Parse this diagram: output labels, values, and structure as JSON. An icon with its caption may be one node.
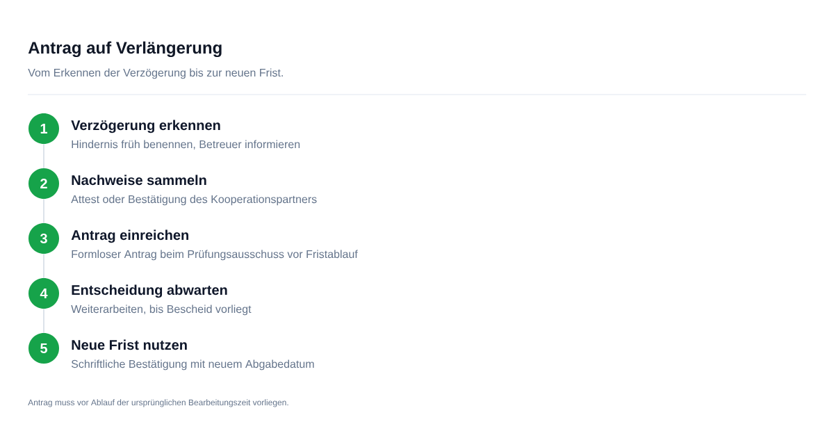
{
  "diagram": {
    "title": "Antrag auf Verlängerung",
    "nodes": [
      {
        "text": [
          "1"
        ],
        "beside": [
          "Verzögerung erkennen",
          "Hindernis früh benennen, Betreuer informieren"
        ]
      },
      {
        "text": [
          "2"
        ],
        "beside": [
          "Nachweise sammeln",
          "Attest oder Bestätigung des Kooperationspartners"
        ]
      },
      {
        "text": [
          "3"
        ],
        "beside": [
          "Antrag einreichen",
          "Formloser Antrag beim Prüfungsausschuss vor Fristablauf"
        ]
      },
      {
        "text": [
          "4"
        ],
        "beside": [
          "Entscheidung abwarten",
          "Weiterarbeiten, bis Bescheid vorliegt"
        ]
      },
      {
        "text": [
          "5"
        ],
        "beside": [
          "Neue Frist nutzen",
          "Schriftliche Bestätigung mit neuem Abgabedatum"
        ]
      }
    ],
    "edges": [
      {
        "from": 0,
        "to": 1,
        "arrow": "none"
      },
      {
        "from": 1,
        "to": 2,
        "arrow": "none"
      },
      {
        "from": 2,
        "to": 3,
        "arrow": "none"
      },
      {
        "from": 3,
        "to": 4,
        "arrow": "none"
      }
    ],
    "labels": [
      "Vom Erkennen der Verzögerung bis zur neuen Frist.",
      "Antrag muss vor Ablauf der ursprünglichen Bearbeitungszeit vorliegen."
    ]
  }
}
